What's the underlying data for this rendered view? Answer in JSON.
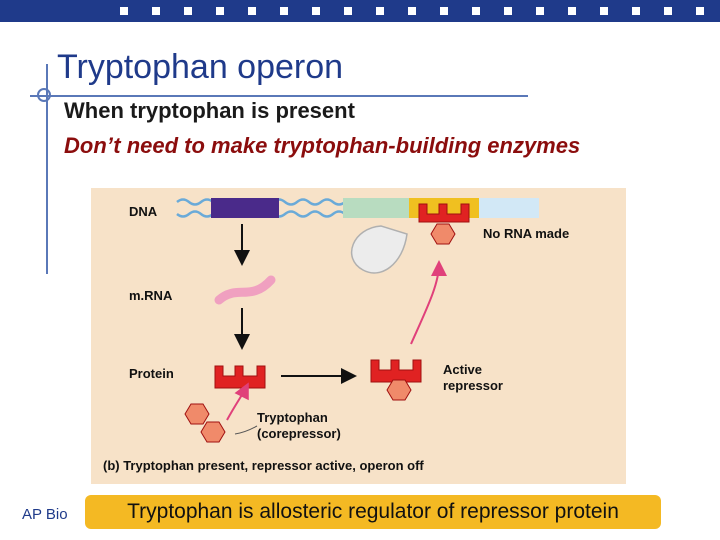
{
  "slide": {
    "title": "Tryptophan operon",
    "subtitle": "When tryptophan is present",
    "subtitle_italic": "Don’t need to make tryptophan-building enzymes",
    "footer_text": "AP Bio",
    "banner_text": "Tryptophan is allosteric regulator of repressor protein"
  },
  "figure": {
    "label_dna": "DNA",
    "label_mrna": "m.RNA",
    "label_protein": "Protein",
    "label_no_rna": "No RNA made",
    "label_active_1": "Active",
    "label_active_2": "repressor",
    "label_trp_1": "Tryptophan",
    "label_trp_2": "(corepressor)",
    "caption": "(b) Tryptophan present, repressor active, operon off"
  },
  "colors": {
    "title": "#1f3a8a",
    "subtitle_italic": "#8b0d0d",
    "figure_bg": "#f7e2c8",
    "repressor": "#e02222",
    "tryptophan": "#f08a6a",
    "mrna": "#f0a0c0",
    "banner": "#f4b923"
  }
}
